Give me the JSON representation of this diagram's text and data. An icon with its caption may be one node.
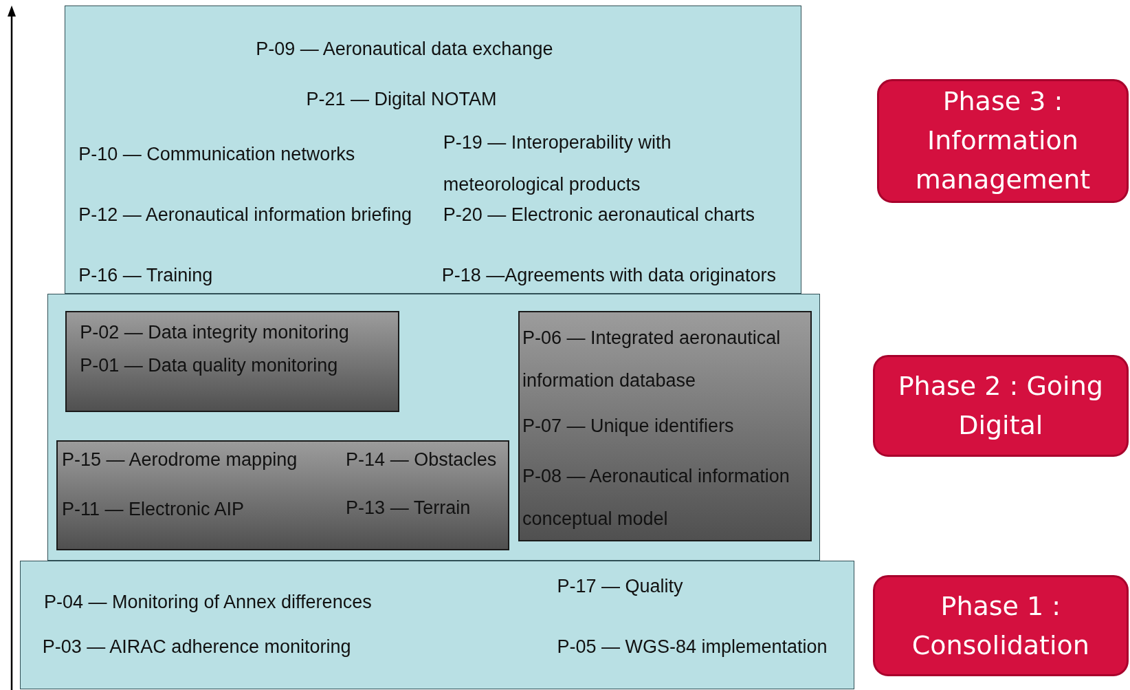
{
  "diagram": {
    "nodes": [
      {
        "text": [
          "P-09 — Aeronautical data exchange",
          "P-21 — Digital NOTAM",
          "P-10 — Communication networks",
          "P-19 — Interoperability with meteorological products",
          "P-12 — Aeronautical information briefing",
          "P-20 — Electronic aeronautical charts",
          "P-16 — Training",
          "P-18 —Agreements with data originators"
        ]
      },
      {
        "text": [
          "Phase 3 : Information management"
        ]
      },
      {
        "text": [],
        "shape": "box"
      },
      {
        "text": [
          "P-02 — Data integrity monitoring",
          "P-01 — Data quality monitoring"
        ],
        "in": 2
      },
      {
        "text": [
          "P-06 — Integrated aeronautical information database",
          "P-07 — Unique identifiers",
          "P-08 — Aeronautical information conceptual model"
        ],
        "in": 2
      },
      {
        "text": [
          "P-15 — Aerodrome mapping",
          "P-14 — Obstacles",
          "P-11 — Electronic AIP",
          "P-13 — Terrain"
        ],
        "in": 2
      },
      {
        "text": [
          "Phase 2 : Going Digital"
        ]
      },
      {
        "text": [
          "P-04 — Monitoring of Annex differences",
          "P-17 — Quality",
          "P-03 — AIRAC adherence monitoring",
          "P-05 — WGS-84 implementation"
        ]
      },
      {
        "text": [
          "Phase 1 : Consolidation"
        ]
      }
    ],
    "edges": []
  }
}
